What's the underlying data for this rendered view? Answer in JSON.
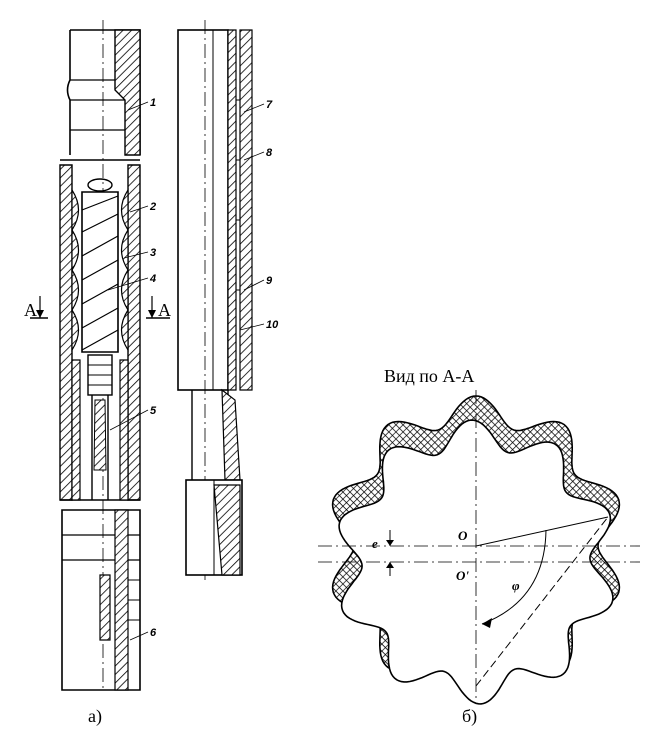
{
  "drawing_a": {
    "caption": "а)",
    "section_marker_left": "А",
    "section_marker_right": "А",
    "callouts": [
      "1",
      "2",
      "3",
      "4",
      "5",
      "6",
      "7",
      "8",
      "9",
      "10"
    ]
  },
  "drawing_b": {
    "caption": "б)",
    "view_title": "Вид по  А-А",
    "point_o": "O",
    "point_o_prime": "O'",
    "eccentricity_label": "e",
    "angle_label": "φ"
  }
}
